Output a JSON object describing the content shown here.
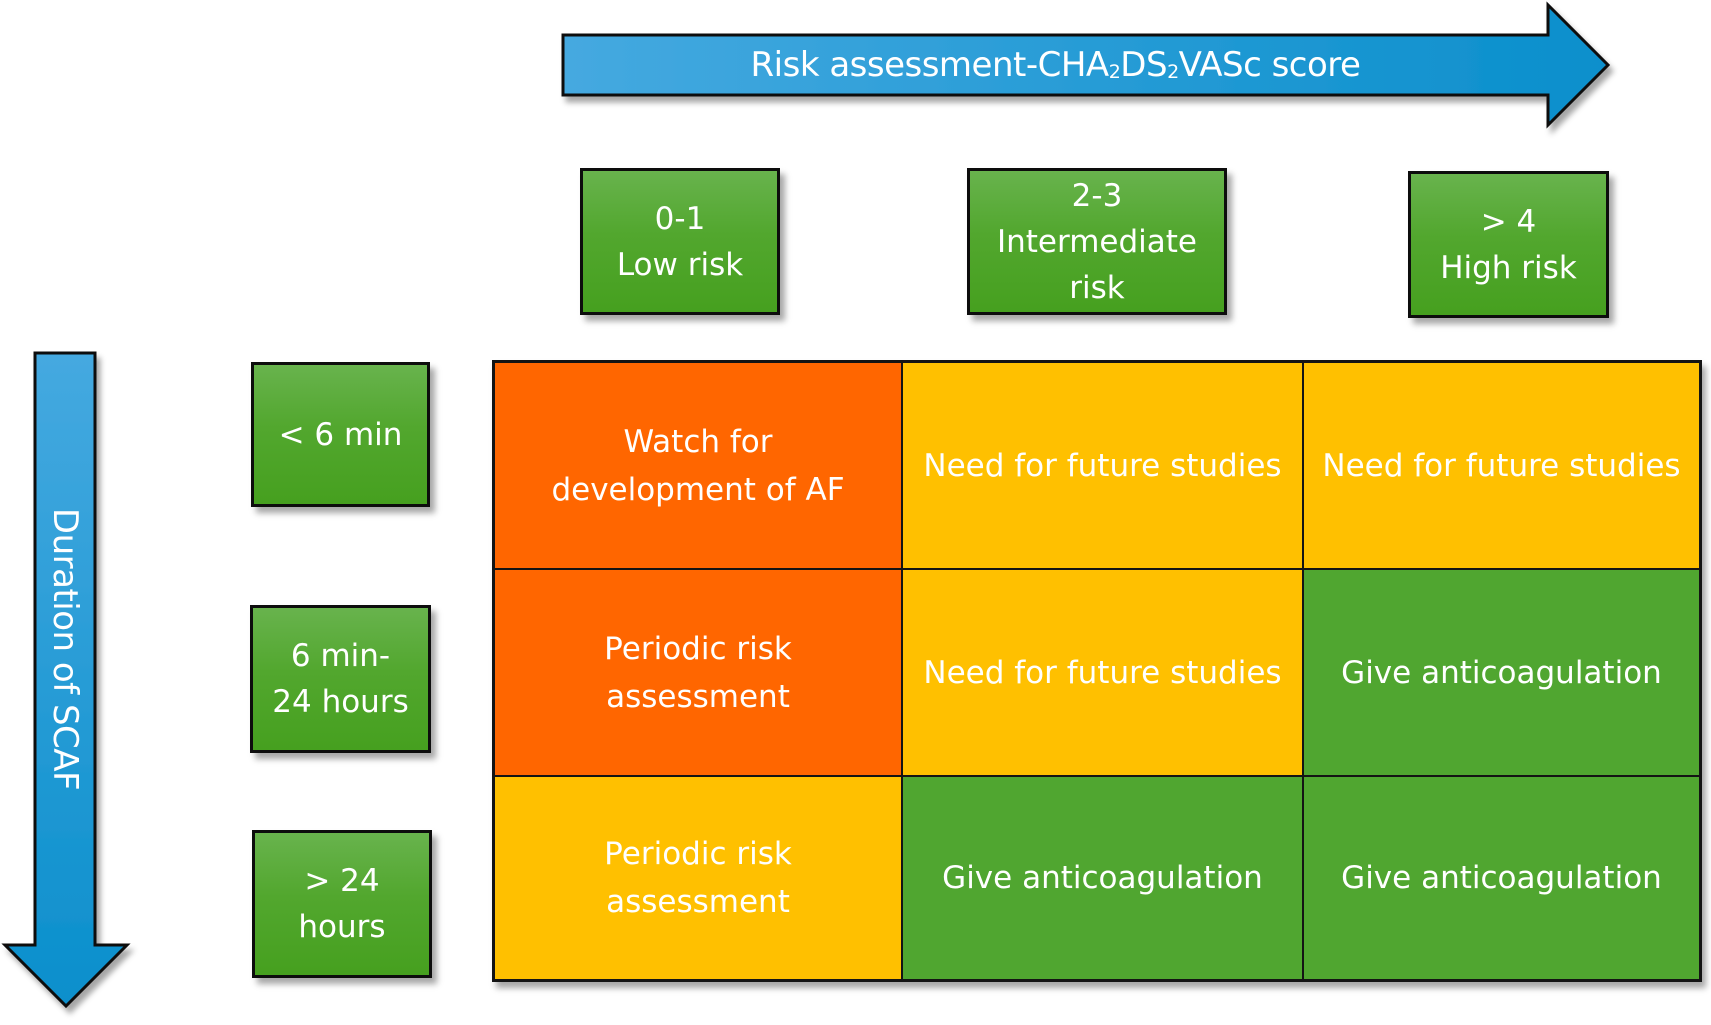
{
  "axes": {
    "horizontal_arrow": {
      "label_parts": [
        "Risk assessment-CHA",
        "2",
        "DS",
        "2",
        "VASc score"
      ],
      "color": "#1e9cd8"
    },
    "vertical_arrow": {
      "label": "Duration of SCAF",
      "color": "#1e9cd8"
    }
  },
  "column_headers": [
    {
      "score": "0-1",
      "label": "Low risk",
      "text": "0-1\nLow risk"
    },
    {
      "score": "2-3",
      "label": "Intermediate risk",
      "text": "2-3\nIntermediate\nrisk"
    },
    {
      "score": "> 4",
      "label": "High risk",
      "text": "> 4\nHigh risk"
    }
  ],
  "row_headers": [
    {
      "text": "< 6 min"
    },
    {
      "text": "6 min-\n24 hours"
    },
    {
      "text": "> 24\nhours"
    }
  ],
  "colors": {
    "orange": "#ff6600",
    "yellow": "#ffc000",
    "green": "#50a630",
    "header_green": "#52a72e",
    "border": "#141414"
  },
  "matrix": [
    [
      {
        "text": "Watch for\ndevelopment of AF",
        "level": "orange"
      },
      {
        "text": "Need for future studies",
        "level": "yellow"
      },
      {
        "text": "Need for future studies",
        "level": "yellow"
      }
    ],
    [
      {
        "text": "Periodic risk\nassessment",
        "level": "orange"
      },
      {
        "text": "Need for future studies",
        "level": "yellow"
      },
      {
        "text": "Give anticoagulation",
        "level": "green"
      }
    ],
    [
      {
        "text": "Periodic risk\nassessment",
        "level": "yellow"
      },
      {
        "text": "Give anticoagulation",
        "level": "green"
      },
      {
        "text": "Give anticoagulation",
        "level": "green"
      }
    ]
  ]
}
